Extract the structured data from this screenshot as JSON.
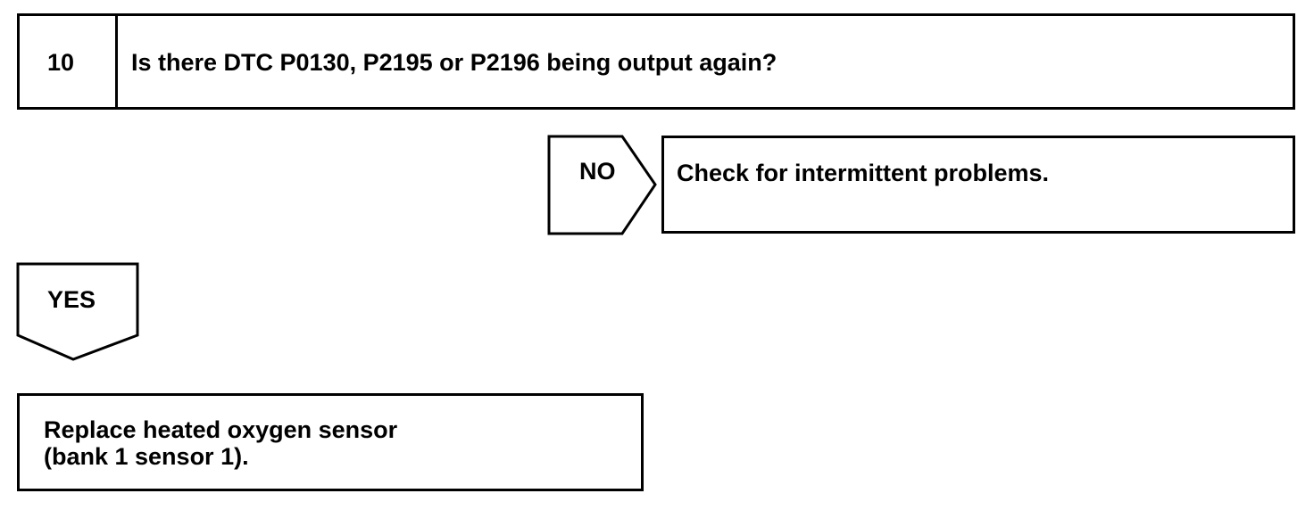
{
  "step": {
    "number": "10",
    "question": "Is there DTC P0130, P2195 or P2196 being output again?"
  },
  "no_branch": {
    "label": "NO",
    "result": "Check for intermittent problems."
  },
  "yes_branch": {
    "label": "YES",
    "result_line1": "Replace heated oxygen sensor",
    "result_line2": "(bank 1 sensor 1)."
  }
}
